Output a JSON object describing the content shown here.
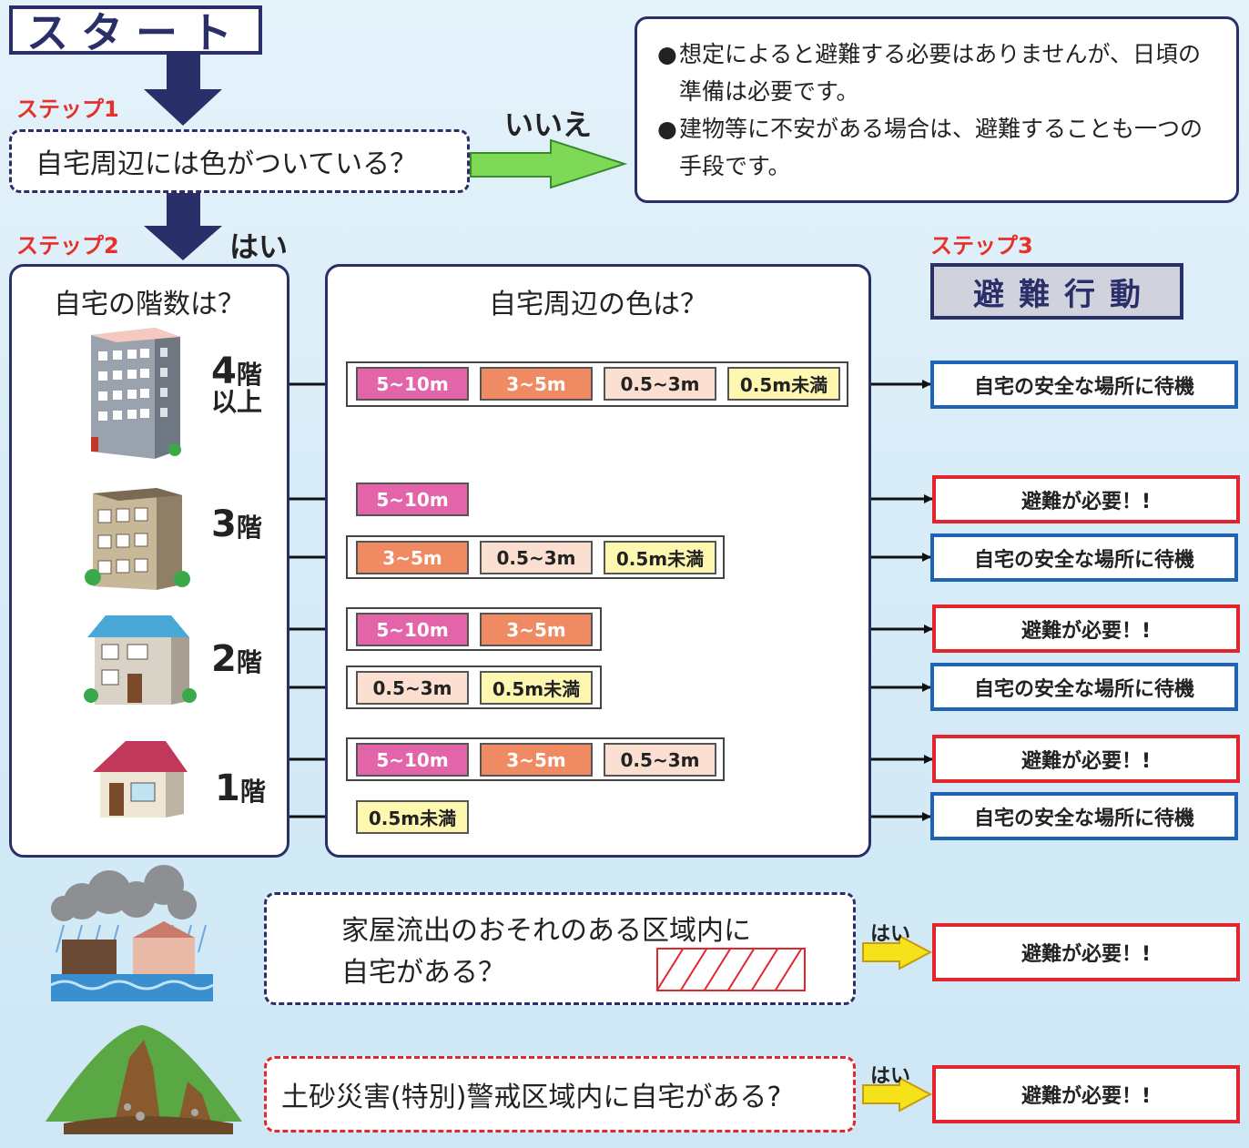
{
  "start": {
    "label": "スタート"
  },
  "steps": {
    "step1": "ステップ1",
    "step2": "ステップ2",
    "step3": "ステップ3"
  },
  "question1": {
    "text": "自宅周辺には色がついている？"
  },
  "no_label": "いいえ",
  "yes_label": "はい",
  "notes": [
    "想定によると避難する必要はありませんが、日頃の準備は必要です。",
    "建物等に不安がある場合は、避難することも一つの手段です。"
  ],
  "floors_panel": {
    "title": "自宅の階数は？"
  },
  "colors_panel": {
    "title": "自宅周辺の色は？"
  },
  "action_header": "避難行動",
  "floors": [
    {
      "big": "4",
      "suffix": "階",
      "sub": "以上"
    },
    {
      "big": "3",
      "suffix": "階"
    },
    {
      "big": "2",
      "suffix": "階"
    },
    {
      "big": "1",
      "suffix": "階"
    }
  ],
  "depths": {
    "d1": "5~10m",
    "d2": "3~5m",
    "d3": "0.5~3m",
    "d4": "0.5m未満"
  },
  "actions": {
    "safe": "自宅の安全な場所に待機",
    "evac": "避難が必要！!"
  },
  "flood_question": {
    "line1": "家屋流出のおそれのある区域内に",
    "line2": "自宅がある？"
  },
  "sediment_question": {
    "text": "土砂災害(特別)警戒区域内に自宅がある?"
  },
  "colors": {
    "navy": "#2a2f6a",
    "red": "#e3262e",
    "blue": "#1f63b5",
    "green": "#7ed957",
    "yellow": "#f5e21a"
  }
}
